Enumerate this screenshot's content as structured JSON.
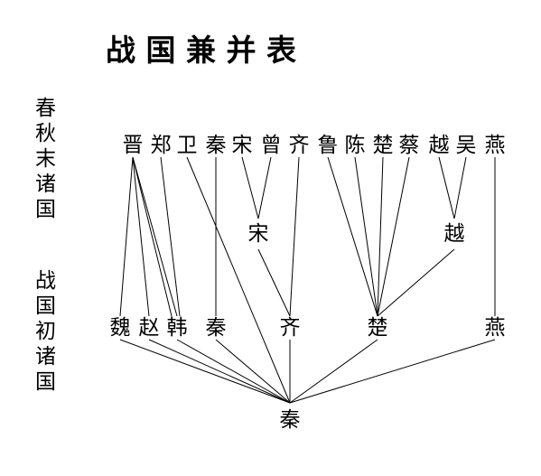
{
  "title": "战 国 兼 并 表",
  "rows": {
    "spring_autumn": {
      "label": [
        "春",
        "秋",
        "末",
        "诸",
        "国"
      ],
      "states": {
        "jin": "晋",
        "zheng": "郑",
        "wei": "卫",
        "qin": "秦",
        "song": "宋",
        "zeng": "曾",
        "qi": "齐",
        "lu": "鲁",
        "chen": "陈",
        "chu": "楚",
        "cai": "蔡",
        "yue": "越",
        "wu": "吴",
        "yan": "燕"
      }
    },
    "middle": {
      "states": {
        "song": "宋",
        "yue": "越"
      }
    },
    "warring_states": {
      "label": [
        "战",
        "国",
        "初",
        "诸",
        "国"
      ],
      "states": {
        "wei": "魏",
        "zhao": "赵",
        "han": "韩",
        "qin": "秦",
        "qi": "齐",
        "chu": "楚",
        "yan": "燕"
      }
    },
    "final": {
      "qin": "秦"
    }
  }
}
